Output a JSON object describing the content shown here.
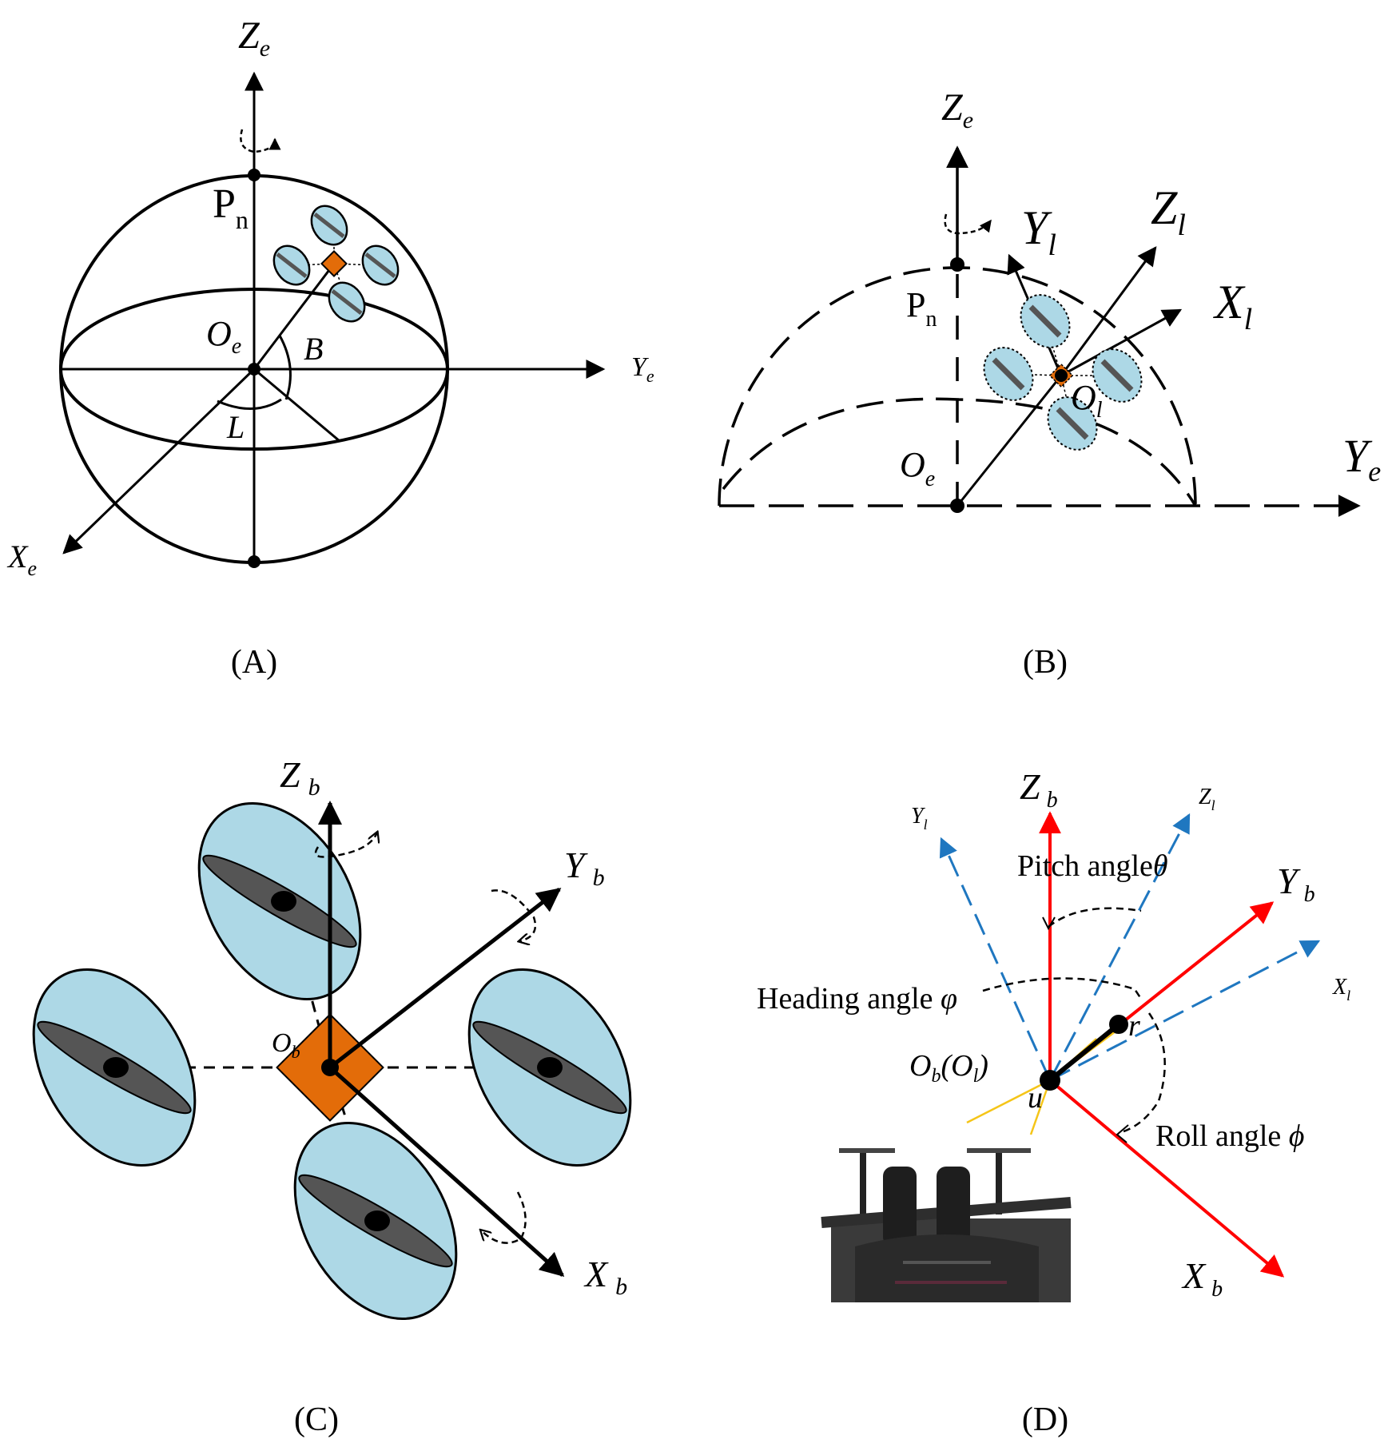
{
  "panels": {
    "a": {
      "caption": "(A)",
      "z_axis": {
        "main": "Z",
        "sub": "e"
      },
      "y_axis": {
        "main": "Y",
        "sub": "e"
      },
      "x_axis": {
        "main": "X",
        "sub": "e"
      },
      "north_pole": {
        "main": "P",
        "sub": "n"
      },
      "origin": {
        "main": "O",
        "sub": "e"
      },
      "latitude": "B",
      "longitude": "L"
    },
    "b": {
      "caption": "(B)",
      "z_axis": {
        "main": "Z",
        "sub": "e"
      },
      "y_axis": {
        "main": "Y",
        "sub": "e"
      },
      "north_pole": {
        "main": "P",
        "sub": "n"
      },
      "origin": {
        "main": "O",
        "sub": "e"
      },
      "local_x": {
        "main": "X",
        "sub": "l"
      },
      "local_y": {
        "main": "Y",
        "sub": "l"
      },
      "local_z": {
        "main": "Z",
        "sub": "l"
      },
      "local_origin": {
        "main": "O",
        "sub": "l"
      }
    },
    "c": {
      "caption": "(C)",
      "z_axis": {
        "main": "Z",
        "sub": "b"
      },
      "y_axis": {
        "main": "Y",
        "sub": "b"
      },
      "x_axis": {
        "main": "X",
        "sub": "b"
      },
      "origin": {
        "main": "O",
        "sub": "b"
      }
    },
    "d": {
      "caption": "(D)",
      "body_z": {
        "main": "Z",
        "sub": "b"
      },
      "body_y": {
        "main": "Y",
        "sub": "b"
      },
      "body_x": {
        "main": "X",
        "sub": "b"
      },
      "local_y": {
        "main": "Y",
        "sub": "l"
      },
      "local_z": {
        "main": "Z",
        "sub": "l"
      },
      "local_x": {
        "main": "X",
        "sub": "l"
      },
      "pitch_label": "Pitch angle",
      "pitch_symbol": "θ",
      "heading_label": "Heading angle ",
      "heading_symbol": "φ",
      "roll_label": "Roll angle ",
      "roll_symbol": "ϕ",
      "origin_main": "O",
      "origin_sub": "b",
      "origin_paren_open": "(O",
      "origin_paren_sub": "l",
      "origin_paren_close": ")",
      "r_label": "r",
      "u_label": "u"
    }
  },
  "colors": {
    "ink": "#000000",
    "propeller_disc": "#add8e6",
    "blade": "#555555",
    "frame_orange": "#e36c09",
    "body_axis_red": "#ff0000",
    "local_axis_blue": "#1f77c0",
    "yellow_arm": "#f5c518"
  }
}
